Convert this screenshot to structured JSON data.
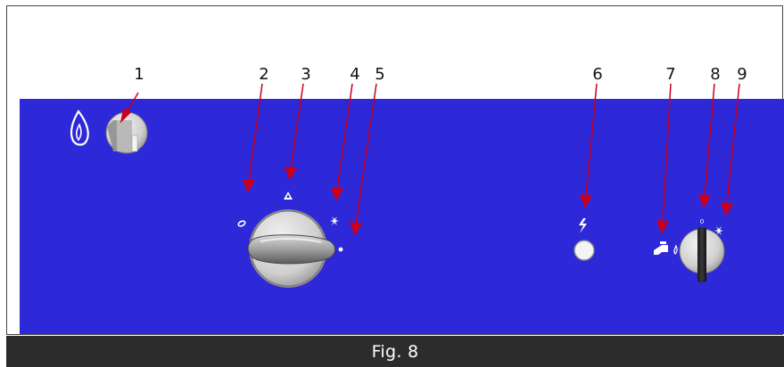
{
  "callouts": [
    "1",
    "2",
    "3",
    "4",
    "5",
    "6",
    "7",
    "8",
    "9"
  ],
  "caption": "Fig. 8",
  "selector_marks": {
    "top": "0"
  },
  "icons": {
    "burner_flame": "gas-flame-icon",
    "ignition_button": "ignition-button",
    "pilot_position": "pilot-flame-icon",
    "max_flame_position": "max-flame-icon",
    "min_flame_position": "min-flame-icon",
    "off_position": "off-dot-icon",
    "electric_spark": "lightning-icon",
    "tap_filling": "tap-water-icon",
    "fan_position": "fan-icon"
  },
  "colors": {
    "panel": "#2d28d8",
    "arrow": "#c8001e",
    "caption_bar": "#2c2c2c",
    "caption_text": "#ffffff",
    "knob": "#d8d8d8"
  }
}
